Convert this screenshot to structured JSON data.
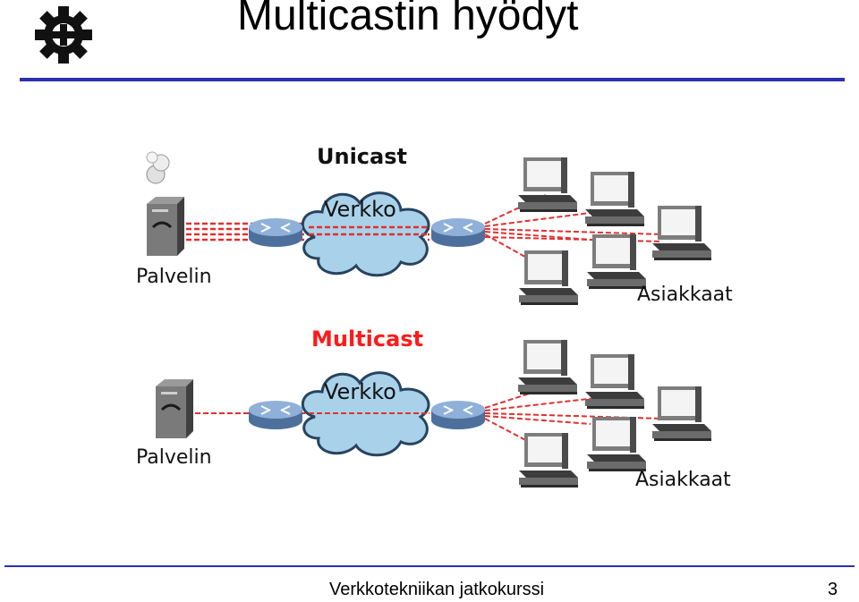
{
  "slide": {
    "title": "Multicastin hyödyt",
    "footer": "Verkkotekniikan jatkokurssi",
    "page_number": "3",
    "accent_color": "#2b2fb3"
  },
  "diagram": {
    "unicast": {
      "heading": "Unicast",
      "network_label": "Verkko",
      "server_label": "Palvelin",
      "clients_label": "Asiakkaat"
    },
    "multicast": {
      "heading": "Multicast",
      "network_label": "Verkko",
      "server_label": "Palvelin",
      "clients_label": "Asiakkaat"
    },
    "icons": [
      "gear-logo-icon",
      "server-icon",
      "router-icon",
      "cloud-icon",
      "computer-icon",
      "smoke-icon"
    ],
    "colors": {
      "multicast_heading": "#ff1a1a",
      "traffic_line": "#e03030",
      "cloud": "#a9d2ea"
    }
  }
}
